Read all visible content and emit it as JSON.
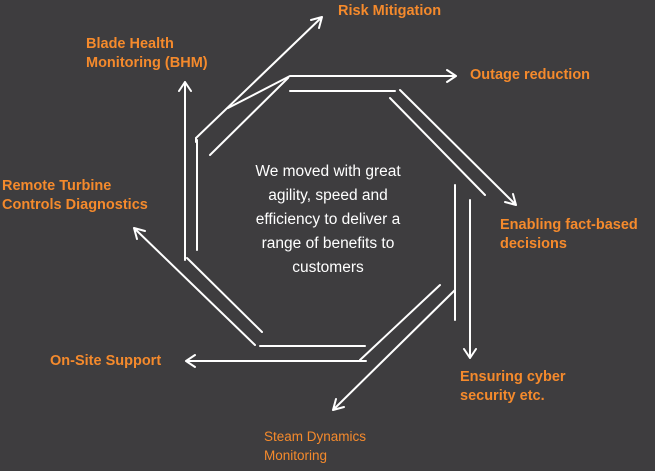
{
  "center_text": [
    "We moved with great",
    "agility, speed and",
    "efficiency to deliver a",
    "range of benefits to",
    "customers"
  ],
  "benefits": {
    "risk_mitigation": [
      "Risk Mitigation"
    ],
    "outage_reduction": [
      "Outage reduction"
    ],
    "fact_based": [
      "Enabling fact-based",
      "decisions"
    ],
    "cyber_security": [
      "Ensuring cyber",
      "security etc."
    ],
    "steam_dynamics": [
      "Steam Dynamics",
      "Monitoring"
    ],
    "onsite_support": [
      "On-Site Support"
    ],
    "remote_turbine": [
      "Remote Turbine",
      "Controls Diagnostics"
    ],
    "blade_health": [
      "Blade Health",
      "Monitoring (BHM)"
    ]
  },
  "colors": {
    "background": "#3e3d3f",
    "label": "#f58a2c",
    "arrow": "#ffffff"
  }
}
